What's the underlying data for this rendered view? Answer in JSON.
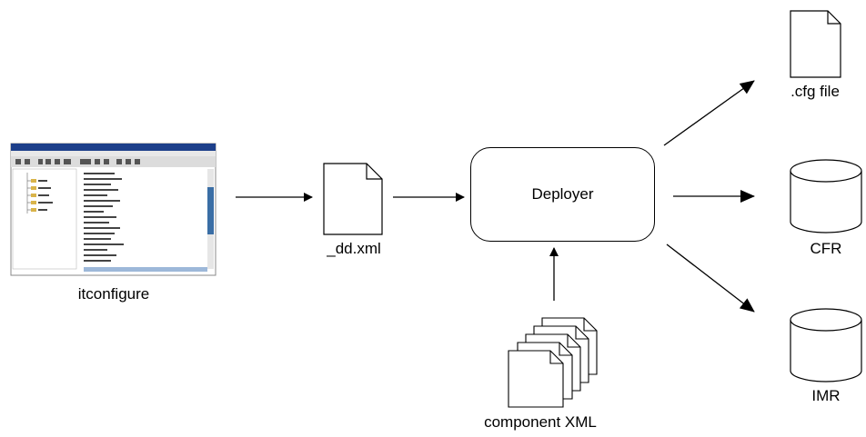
{
  "nodes": {
    "itconfigure": {
      "label": "itconfigure",
      "icon": "screenshot-thumbnail-icon"
    },
    "dd_xml": {
      "label": "_dd.xml",
      "icon": "document-icon"
    },
    "deployer": {
      "label": "Deployer"
    },
    "component_xml": {
      "label": "component XML",
      "icon": "stacked-documents-icon"
    },
    "cfg_file": {
      "label": ".cfg file",
      "icon": "document-icon"
    },
    "cfr": {
      "label": "CFR",
      "icon": "database-cylinder-icon"
    },
    "imr": {
      "label": "IMR",
      "icon": "database-cylinder-icon"
    }
  },
  "edges": [
    {
      "from": "itconfigure",
      "to": "dd_xml"
    },
    {
      "from": "dd_xml",
      "to": "deployer"
    },
    {
      "from": "component_xml",
      "to": "deployer"
    },
    {
      "from": "deployer",
      "to": "cfg_file"
    },
    {
      "from": "deployer",
      "to": "cfr"
    },
    {
      "from": "deployer",
      "to": "imr"
    }
  ],
  "colors": {
    "line": "#000000",
    "screenshot_accent": "#3a6ea5",
    "folder": "#d9b44a"
  }
}
